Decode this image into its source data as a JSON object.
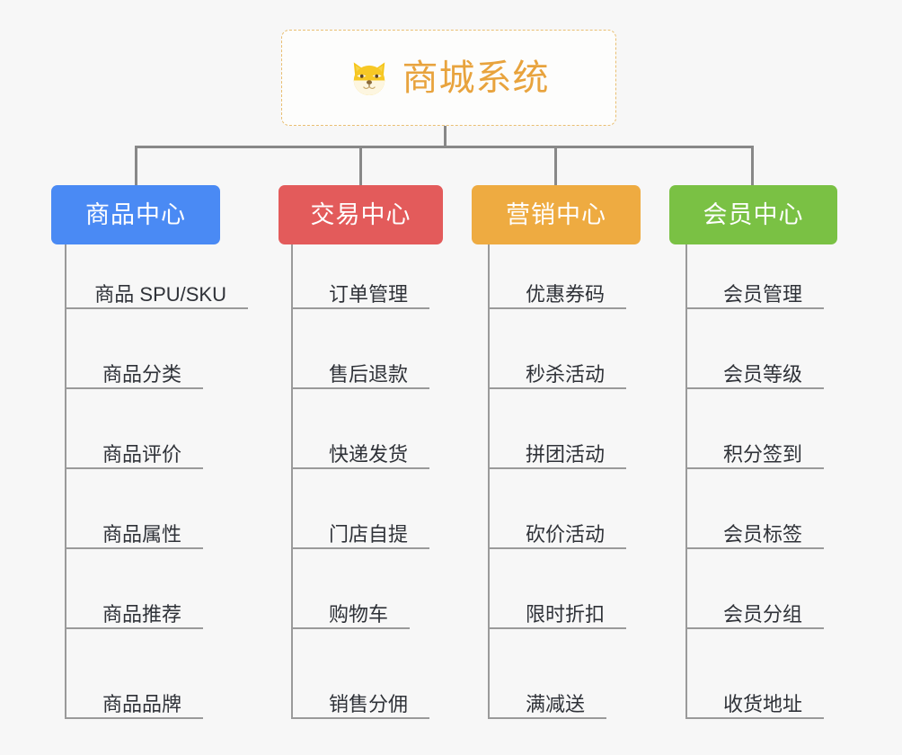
{
  "diagram": {
    "title": "商城系统",
    "background_color": "#f7f7f7",
    "root": {
      "label": "商城系统",
      "icon": "shiba-dog-face-icon",
      "text_color": "#e8a33d",
      "border_color": "#e9bf72",
      "background_color": "#fdfdfc"
    },
    "connector_color": "#888888",
    "leaf_line_color": "#9a9a9a",
    "leaf_text_color": "#2f3238",
    "branches": [
      {
        "label": "商品中心",
        "color": "#4a8af4",
        "items": [
          "商品 SPU/SKU",
          "商品分类",
          "商品评价",
          "商品属性",
          "商品推荐",
          "商品品牌"
        ]
      },
      {
        "label": "交易中心",
        "color": "#e35b5b",
        "items": [
          "订单管理",
          "售后退款",
          "快递发货",
          "门店自提",
          "购物车",
          "销售分佣"
        ]
      },
      {
        "label": "营销中心",
        "color": "#eeab41",
        "items": [
          "优惠券码",
          "秒杀活动",
          "拼团活动",
          "砍价活动",
          "限时折扣",
          "满减送"
        ]
      },
      {
        "label": "会员中心",
        "color": "#7ac144",
        "items": [
          "会员管理",
          "会员等级",
          "积分签到",
          "会员标签",
          "会员分组",
          "收货地址"
        ]
      }
    ]
  }
}
